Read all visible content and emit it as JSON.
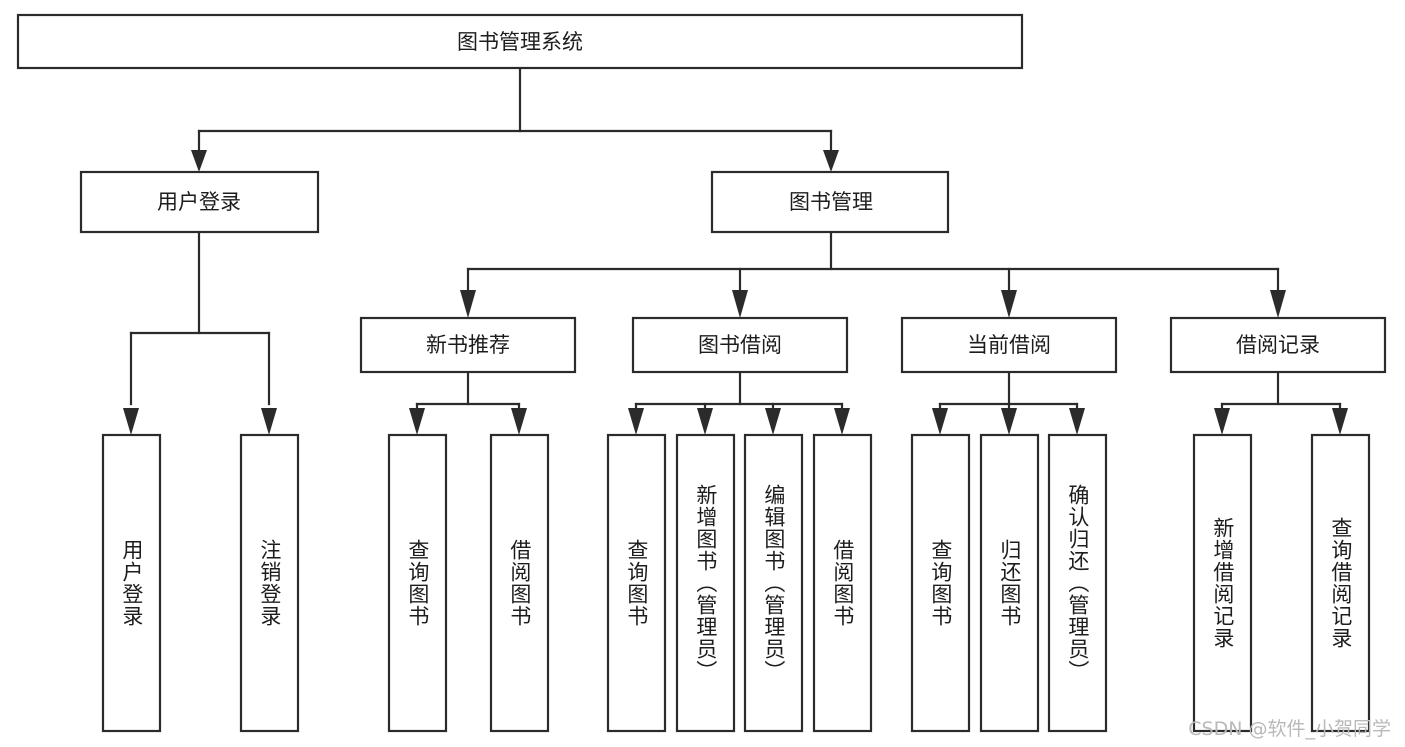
{
  "diagram": {
    "title": "图书管理系统",
    "type": "hierarchy-tree",
    "watermark": "CSDN @软件_小贺同学",
    "levels": {
      "root": {
        "label": "图书管理系统"
      },
      "level2": [
        {
          "id": "user-login",
          "label": "用户登录"
        },
        {
          "id": "book-manage",
          "label": "图书管理"
        }
      ],
      "level3": [
        {
          "id": "new-book-recommend",
          "label": "新书推荐",
          "parent": "book-manage"
        },
        {
          "id": "book-borrow",
          "label": "图书借阅",
          "parent": "book-manage"
        },
        {
          "id": "current-borrow",
          "label": "当前借阅",
          "parent": "book-manage"
        },
        {
          "id": "borrow-record",
          "label": "借阅记录",
          "parent": "book-manage"
        }
      ],
      "leaves": {
        "user-login": [
          {
            "id": "leaf-user-login",
            "label": "用户登录"
          },
          {
            "id": "leaf-logout-login",
            "label": "注销登录"
          }
        ],
        "new-book-recommend": [
          {
            "id": "leaf-query-book-1",
            "label": "查询图书"
          },
          {
            "id": "leaf-borrow-book-1",
            "label": "借阅图书"
          }
        ],
        "book-borrow": [
          {
            "id": "leaf-query-book-2",
            "label": "查询图书"
          },
          {
            "id": "leaf-add-book",
            "label": "新增图书（管理员）"
          },
          {
            "id": "leaf-edit-book",
            "label": "编辑图书（管理员）"
          },
          {
            "id": "leaf-borrow-book-2",
            "label": "借阅图书"
          }
        ],
        "current-borrow": [
          {
            "id": "leaf-query-book-3",
            "label": "查询图书"
          },
          {
            "id": "leaf-return-book",
            "label": "归还图书"
          },
          {
            "id": "leaf-confirm-return",
            "label": "确认归还（管理员）"
          }
        ],
        "borrow-record": [
          {
            "id": "leaf-add-record",
            "label": "新增借阅记录"
          },
          {
            "id": "leaf-query-record",
            "label": "查询借阅记录"
          }
        ]
      }
    },
    "colors": {
      "stroke": "#2b2b2b",
      "fill": "#ffffff",
      "text": "#1d1d1d",
      "watermark": "#b9b9b9"
    }
  }
}
